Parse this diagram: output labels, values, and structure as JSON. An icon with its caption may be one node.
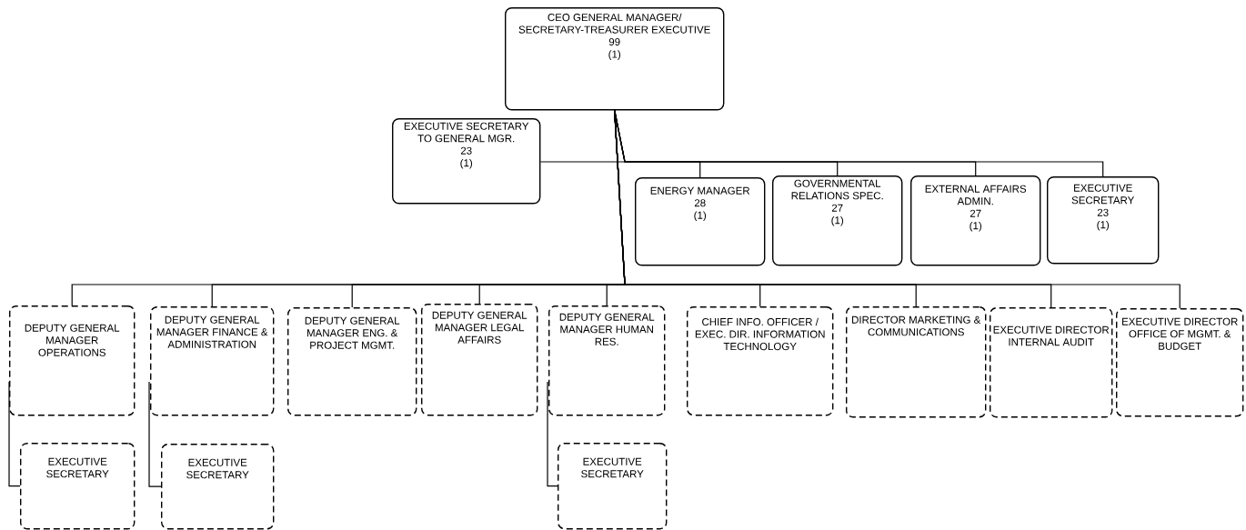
{
  "diagram": {
    "nodes": [
      {
        "text": [
          "CEO GENERAL MANAGER/ SECRETARY-TREASURER EXECUTIVE",
          "99",
          "(1)"
        ]
      },
      {
        "text": [
          "EXECUTIVE SECRETARY TO GENERAL MGR.",
          "23",
          "(1)"
        ]
      },
      {
        "text": [
          "ENERGY MANAGER",
          "28",
          "(1)"
        ]
      },
      {
        "text": [
          "GOVERNMENTAL RELATIONS SPEC.",
          "27",
          "(1)"
        ]
      },
      {
        "text": [
          "EXTERNAL AFFAIRS ADMIN.",
          "27",
          "(1)"
        ]
      },
      {
        "text": [
          "EXECUTIVE SECRETARY",
          "23",
          "(1)"
        ]
      },
      {
        "text": [
          "DEPUTY GENERAL MANAGER OPERATIONS"
        ]
      },
      {
        "text": [
          "DEPUTY GENERAL MANAGER FINANCE & ADMINISTRATION"
        ]
      },
      {
        "text": [
          "DEPUTY GENERAL MANAGER ENG. & PROJECT MGMT."
        ]
      },
      {
        "text": [
          "DEPUTY GENERAL MANAGER LEGAL AFFAIRS"
        ]
      },
      {
        "text": [
          "DEPUTY GENERAL MANAGER HUMAN RES."
        ]
      },
      {
        "text": [
          "CHIEF INFO. OFFICER / EXEC. DIR. INFORMATION TECHNOLOGY"
        ]
      },
      {
        "text": [
          "DIRECTOR MARKETING & COMMUNICATIONS"
        ]
      },
      {
        "text": [
          "EXECUTIVE DIRECTOR INTERNAL AUDIT"
        ]
      },
      {
        "text": [
          "EXECUTIVE DIRECTOR OFFICE OF MGMT. & BUDGET"
        ]
      },
      {
        "text": [
          "EXECUTIVE SECRETARY"
        ]
      },
      {
        "text": [
          "EXECUTIVE SECRETARY"
        ]
      },
      {
        "text": [
          "EXECUTIVE SECRETARY"
        ]
      }
    ],
    "edges": [
      {
        "from": 0,
        "to": 1,
        "arrow": "none"
      },
      {
        "from": 0,
        "to": 2,
        "arrow": "none"
      },
      {
        "from": 0,
        "to": 3,
        "arrow": "none"
      },
      {
        "from": 0,
        "to": 4,
        "arrow": "none"
      },
      {
        "from": 0,
        "to": 5,
        "arrow": "none"
      },
      {
        "from": 0,
        "to": 6,
        "arrow": "none"
      },
      {
        "from": 0,
        "to": 7,
        "arrow": "none"
      },
      {
        "from": 0,
        "to": 8,
        "arrow": "none"
      },
      {
        "from": 0,
        "to": 9,
        "arrow": "none"
      },
      {
        "from": 0,
        "to": 10,
        "arrow": "none"
      },
      {
        "from": 0,
        "to": 11,
        "arrow": "none"
      },
      {
        "from": 0,
        "to": 12,
        "arrow": "none"
      },
      {
        "from": 0,
        "to": 13,
        "arrow": "none"
      },
      {
        "from": 0,
        "to": 14,
        "arrow": "none"
      },
      {
        "from": 6,
        "to": 15,
        "arrow": "none"
      },
      {
        "from": 7,
        "to": 16,
        "arrow": "none"
      },
      {
        "from": 10,
        "to": 17,
        "arrow": "none"
      }
    ]
  }
}
